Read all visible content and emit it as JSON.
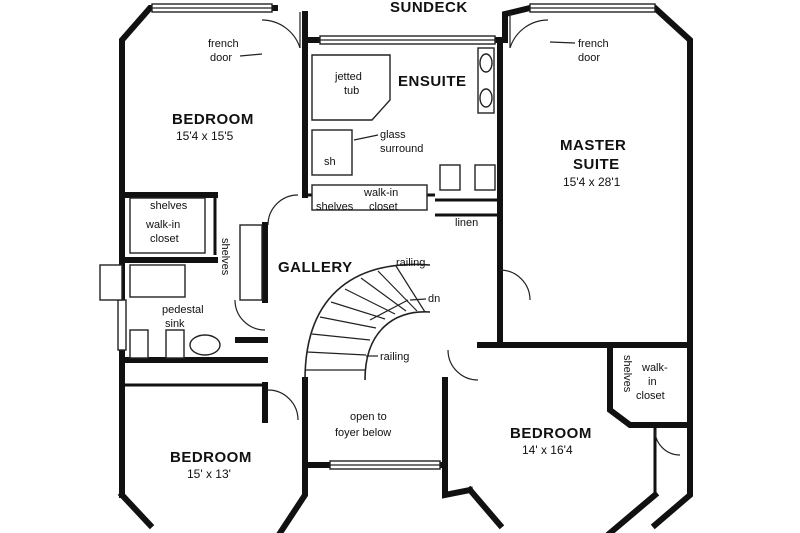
{
  "labels": {
    "sundeck": "SUNDECK",
    "bedroom_nw": "BEDROOM",
    "bedroom_nw_dim": "15'4 x 15'5",
    "ensuite": "ENSUITE",
    "master": "MASTER",
    "suite": "SUITE",
    "master_dim": "15'4 x 28'1",
    "gallery": "GALLERY",
    "bedroom_sw": "BEDROOM",
    "bedroom_sw_dim": "15' x 13'",
    "bedroom_se": "BEDROOM",
    "bedroom_se_dim": "14' x 16'4",
    "french_l1": "french",
    "french_l2": "door",
    "french_r1": "french",
    "french_r2": "door",
    "jetted1": "jetted",
    "jetted2": "tub",
    "glass1": "glass",
    "glass2": "surround",
    "sh": "sh",
    "walkin_ens1": "walk-in",
    "walkin_ens2": "closet",
    "shelves_ens": "shelves",
    "linen": "linen",
    "shelves_nw": "shelves",
    "walkin_nw1": "walk-in",
    "walkin_nw2": "closet",
    "shelves_v": "shelves",
    "railing_top": "railing",
    "dn": "dn",
    "railing_bot": "railing",
    "pedestal1": "pedestal",
    "pedestal2": "sink",
    "open1": "open to",
    "open2": "foyer below",
    "shelves_se": "shelves",
    "walkin_se1": "walk-",
    "walkin_se2": "in",
    "walkin_se3": "closet"
  }
}
